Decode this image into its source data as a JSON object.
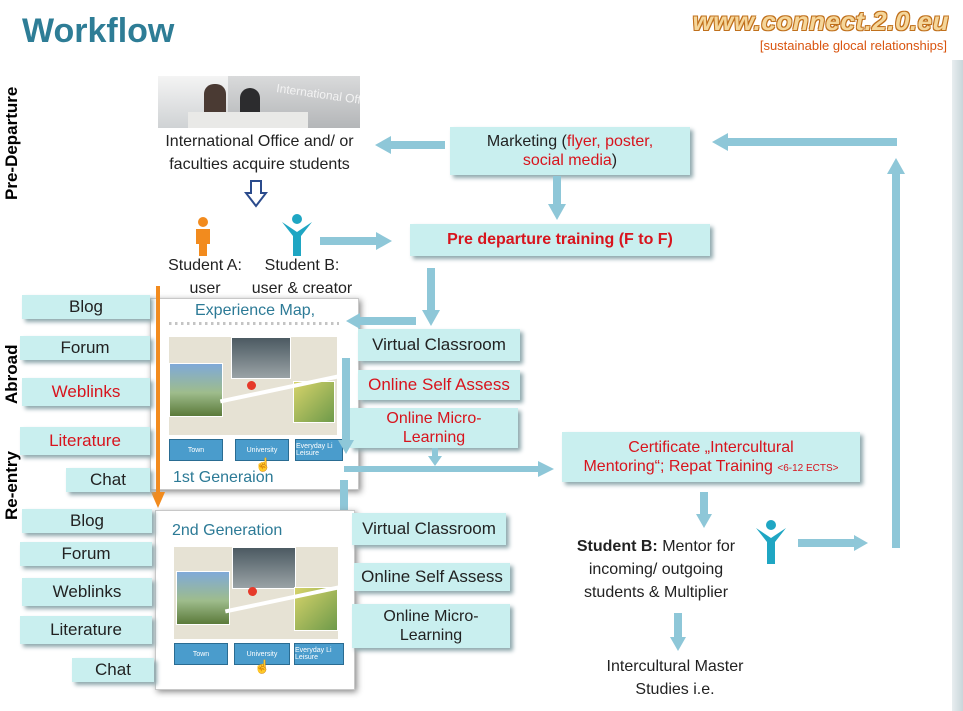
{
  "header": {
    "title": "Workflow",
    "brand": "www.connect.2.0.eu",
    "tagline": "[sustainable glocal relationships]"
  },
  "phases": {
    "pre_departure": "Pre-Departure",
    "abroad": "Abroad",
    "reentry": "Re-entry"
  },
  "photo_sign": "International Office",
  "intl_office": {
    "line1": "International Office and/ or",
    "line2": "faculties acquire students"
  },
  "marketing": {
    "prefix": "Marketing (",
    "items": "flyer, poster,",
    "items2": "social media",
    "suffix": ")"
  },
  "pre_training": "Pre departure training (F to F)",
  "student_a": {
    "line1": "Student A:",
    "line2": "user"
  },
  "student_b": {
    "line1": "Student B:",
    "line2": "user & creator"
  },
  "left_gen1": [
    "Blog",
    "Forum",
    "Weblinks",
    "Literature",
    "Chat"
  ],
  "left_gen2": [
    "Blog",
    "Forum",
    "Weblinks",
    "Literature",
    "Chat"
  ],
  "gen1": {
    "header": "Experience Map,",
    "footer": "1st Generaion",
    "tabs": [
      "Town",
      "University",
      "Everyday Li Leisure"
    ]
  },
  "gen2": {
    "header": "2nd Generation",
    "tabs": [
      "Town",
      "University",
      "Everyday Li Leisure"
    ]
  },
  "right_gen1": {
    "vc": "Virtual Classroom",
    "osa": "Online Self Assess",
    "oml1": "Online Micro-",
    "oml2": "Learning"
  },
  "right_gen2": {
    "vc": "Virtual Classroom",
    "osa": "Online Self Assess",
    "oml1": "Online Micro-",
    "oml2": "Learning"
  },
  "certificate": {
    "line1": "Certificate „Intercultural",
    "line2": "Mentoring“; Repat Training",
    "ects": "<6-12 ECTS>"
  },
  "mentor": {
    "bold": "Student B:",
    "line1": " Mentor for",
    "line2": "incoming/ outgoing",
    "line3": "students & Multiplier"
  },
  "master": {
    "line1": "Intercultural Master",
    "line2": "Studies i.e."
  },
  "colors": {
    "teal_box": "#c9efef",
    "arrow": "#8ec7d8",
    "title": "#2e7d96",
    "red": "#d8141d",
    "orange": "#f28b1e"
  }
}
